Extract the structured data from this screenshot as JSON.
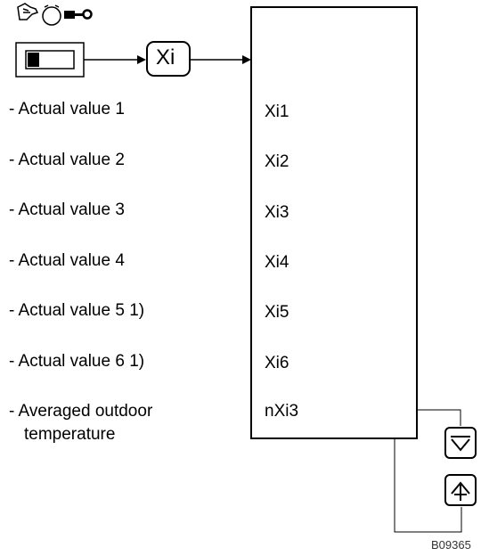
{
  "icons": {
    "hand": "hand-icon",
    "clock": "clock-icon",
    "key": "key-icon",
    "slider_display": "display-slider-icon",
    "down_button": "down-arrow-button-icon",
    "up_button": "up-arrow-button-icon"
  },
  "xi_box": {
    "label": "Xi"
  },
  "actual_values": [
    {
      "label": "- Actual value 1",
      "code": "Xi1"
    },
    {
      "label": "- Actual value 2",
      "code": "Xi2"
    },
    {
      "label": "- Actual value 3",
      "code": "Xi3"
    },
    {
      "label": "- Actual value 4",
      "code": "Xi4"
    },
    {
      "label": "- Actual value 5  1)",
      "code": "Xi5"
    },
    {
      "label": "- Actual value 6  1)",
      "code": "Xi6"
    },
    {
      "label": "- Averaged outdoor",
      "label_line2": "temperature",
      "code": "nXi3"
    }
  ],
  "figure_id": "B09365"
}
